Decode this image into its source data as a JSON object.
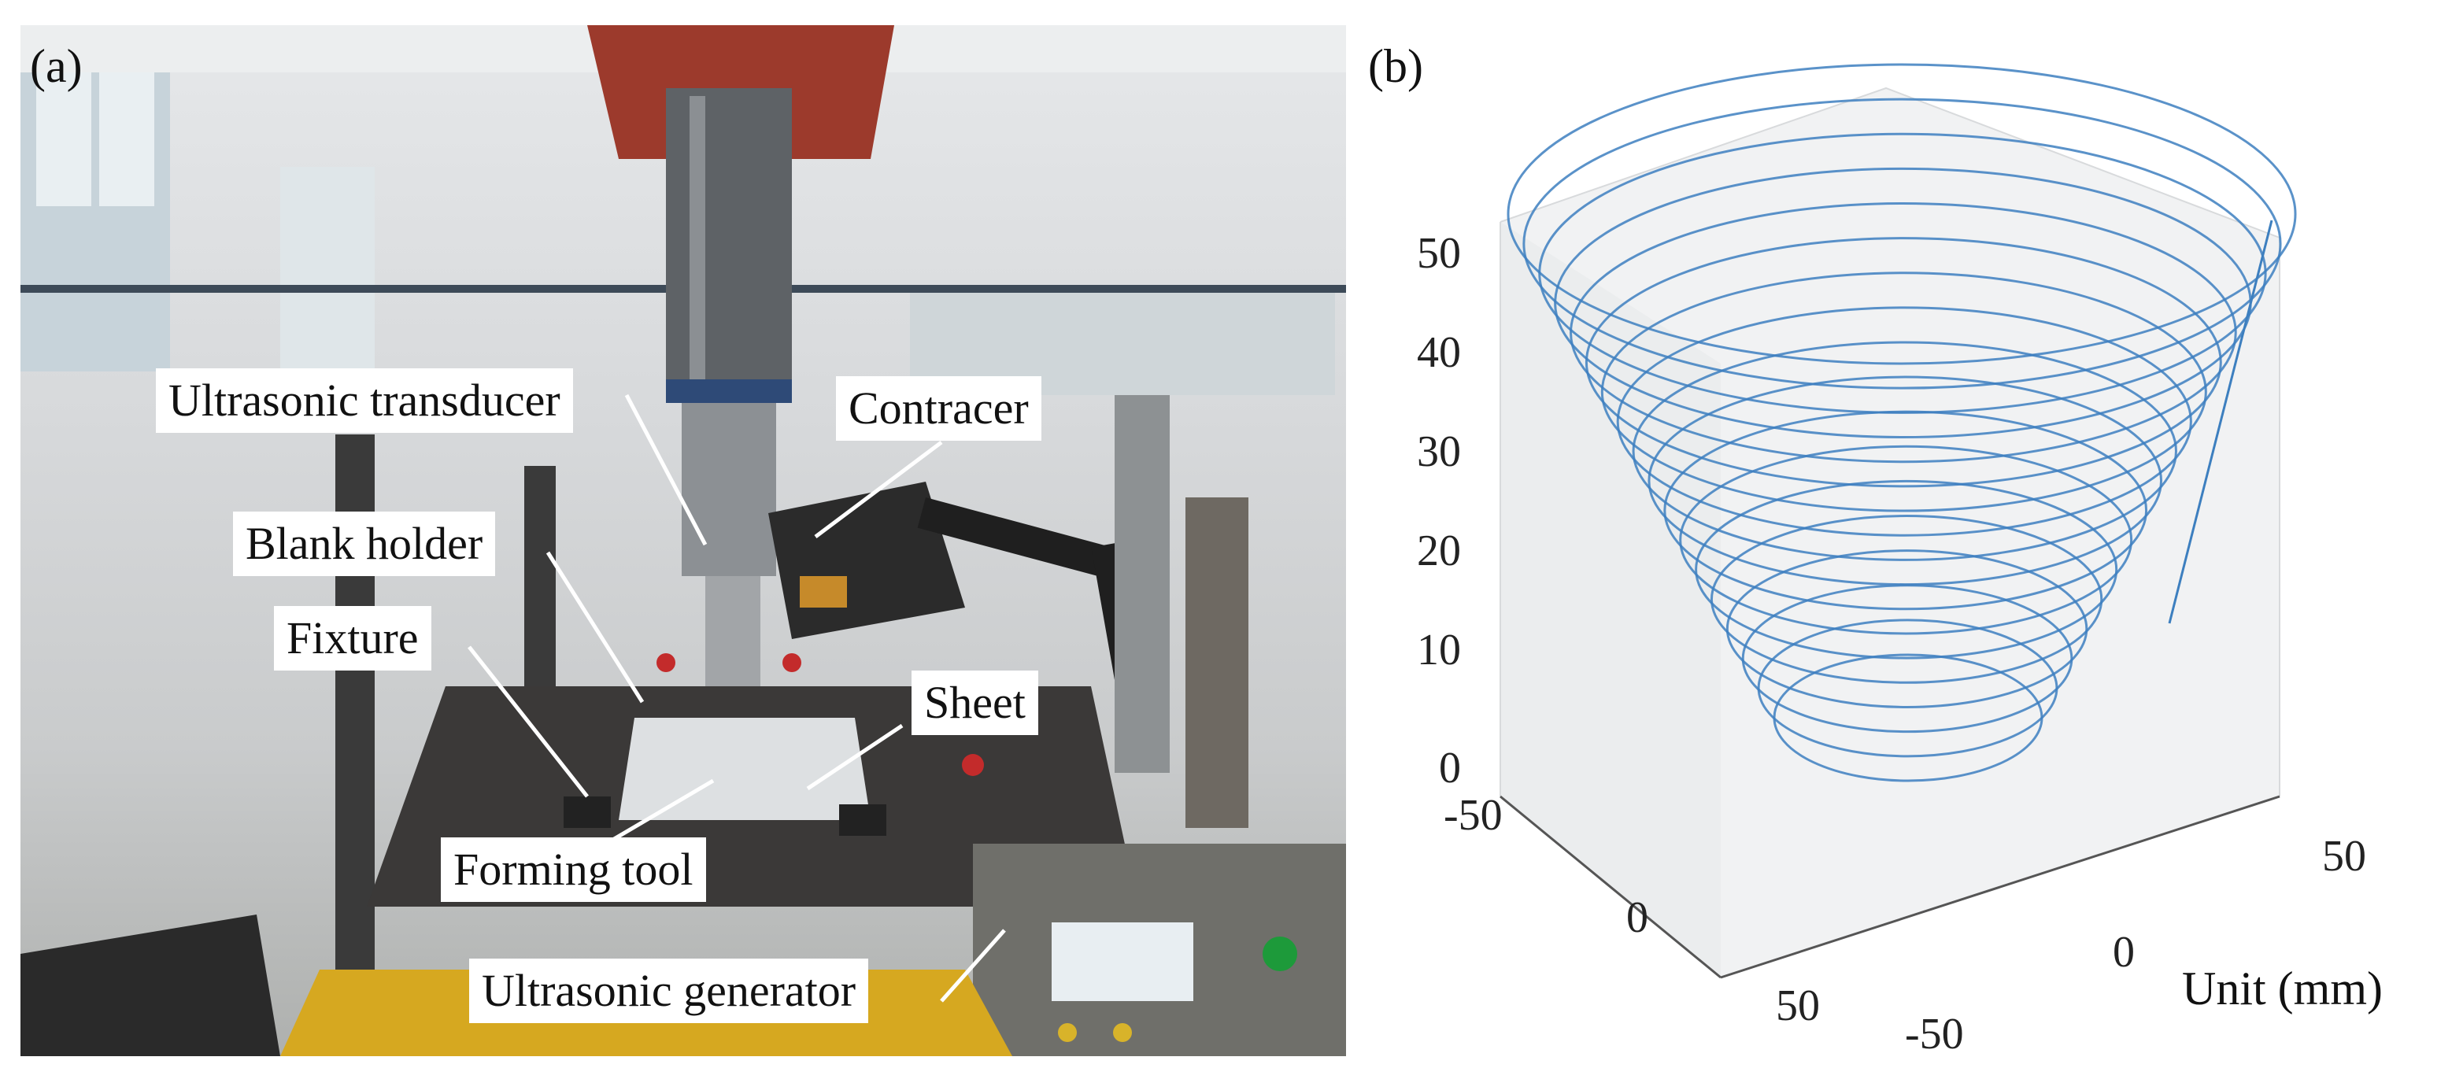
{
  "panel_a": {
    "letter": "(a)",
    "labels": {
      "ultrasonic_transducer": "Ultrasonic transducer",
      "contracer": "Contracer",
      "blank_holder": "Blank holder",
      "fixture": "Fixture",
      "sheet": "Sheet",
      "forming_tool": "Forming tool",
      "ultrasonic_generator": "Ultrasonic generator"
    }
  },
  "panel_b": {
    "letter": "(b)",
    "unit_label": "Unit (mm)",
    "z_ticks": [
      "50",
      "40",
      "30",
      "20",
      "10",
      "0"
    ],
    "left_axis_ticks": [
      "-50",
      "0",
      "50"
    ],
    "right_axis_ticks": [
      "50",
      "0",
      "-50"
    ]
  },
  "colors": {
    "spiral": "#3d7fbf"
  }
}
